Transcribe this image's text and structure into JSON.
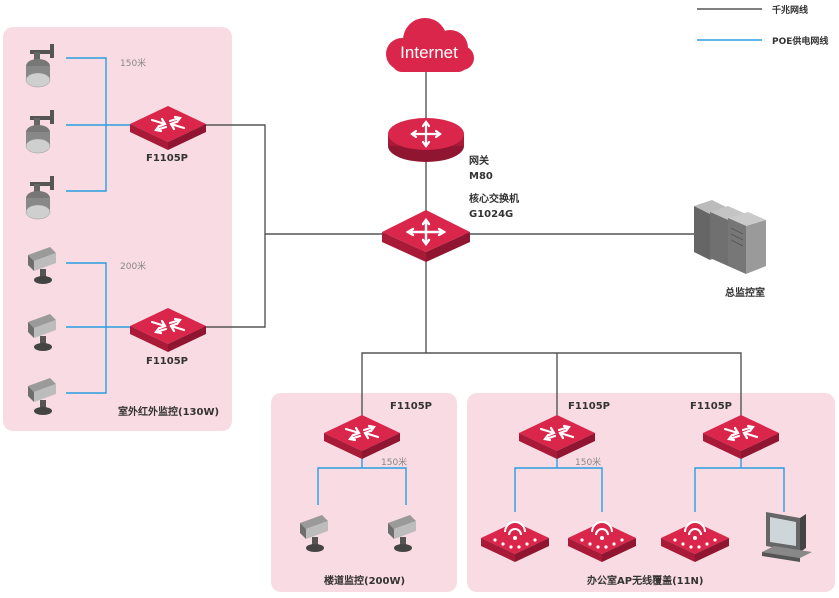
{
  "legend": {
    "gigabit": {
      "label": "千兆网线",
      "color": "#555555"
    },
    "poe": {
      "label": "POE供电网线",
      "color": "#2a9ee0"
    }
  },
  "internet": {
    "label": "Internet",
    "color": "#d9264a"
  },
  "core": {
    "gateway_label": "网关",
    "gateway_model": "M80",
    "switch_label": "核心交换机",
    "switch_model": "G1024G"
  },
  "server": {
    "label": "总监控室"
  },
  "outdoor": {
    "title": "室外红外监控(130W)",
    "switch_top": "F1105P",
    "switch_bottom": "F1105P",
    "dist_top": "150米",
    "dist_bottom": "200米"
  },
  "corridor": {
    "title": "楼道监控(200W)",
    "switch": "F1105P",
    "dist": "150米"
  },
  "office": {
    "title": "办公室AP无线覆盖(11N)",
    "switch_left": "F1105P",
    "switch_right": "F1105P",
    "dist": "150米"
  },
  "colors": {
    "zone": "#f9dbe3",
    "device": "#d9264a",
    "device_dark": "#a81a38"
  },
  "icons": [
    "cloud-icon",
    "router-icon",
    "switch-icon",
    "ptz-camera-icon",
    "bullet-camera-icon",
    "server-icon",
    "access-point-icon",
    "computer-icon"
  ]
}
